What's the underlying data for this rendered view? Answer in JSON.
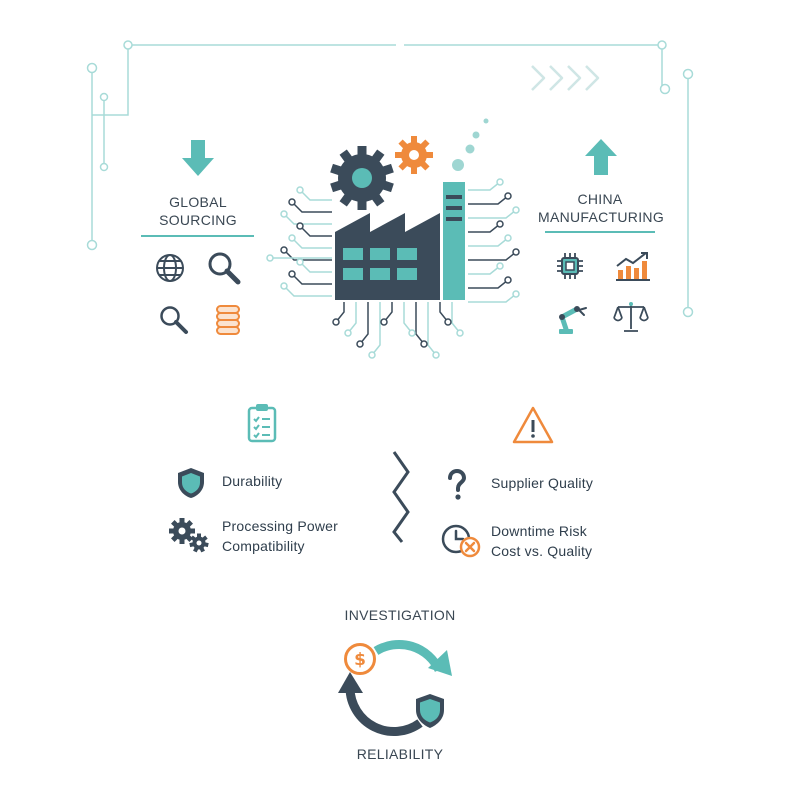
{
  "colors": {
    "navy": "#3b4b5a",
    "teal": "#5bbcb6",
    "teal_light": "#9fd6d2",
    "orange": "#ef8a3c",
    "circuit": "#a8dbd8"
  },
  "sourcing": {
    "title_line1": "GLOBAL",
    "title_line2": "SOURCING",
    "arrow": "down-arrow-icon",
    "icons": [
      "globe-icon",
      "magnifier-icon",
      "magnifier-small-icon",
      "coin-stack-icon"
    ]
  },
  "manufacturing": {
    "title_line1": "CHINA",
    "title_line2": "MANUFACTURING",
    "arrow": "up-arrow-icon",
    "icons": [
      "chip-icon",
      "growth-chart-icon",
      "robot-arm-icon",
      "balance-scale-icon"
    ]
  },
  "factory": {
    "icons": [
      "factory-icon",
      "gear-large-icon",
      "gear-small-icon",
      "smoke-icon"
    ]
  },
  "benefits": {
    "header_icon": "checklist-icon",
    "items": [
      {
        "icon": "shield-icon",
        "label": "Durability"
      },
      {
        "icon": "gears-icon",
        "label_line1": "Processing Power",
        "label_line2": "Compatibility"
      }
    ]
  },
  "risks": {
    "header_icon": "warning-icon",
    "items": [
      {
        "icon": "question-icon",
        "label": "Supplier Quality"
      },
      {
        "icon": "clock-cancel-icon",
        "label_line1": "Downtime Risk",
        "label_line2": "Cost vs. Quality"
      }
    ]
  },
  "cycle": {
    "top_label": "INVESTIGATION",
    "bottom_label": "RELIABILITY",
    "icons": [
      "dollar-coin-icon",
      "shield-icon"
    ]
  }
}
